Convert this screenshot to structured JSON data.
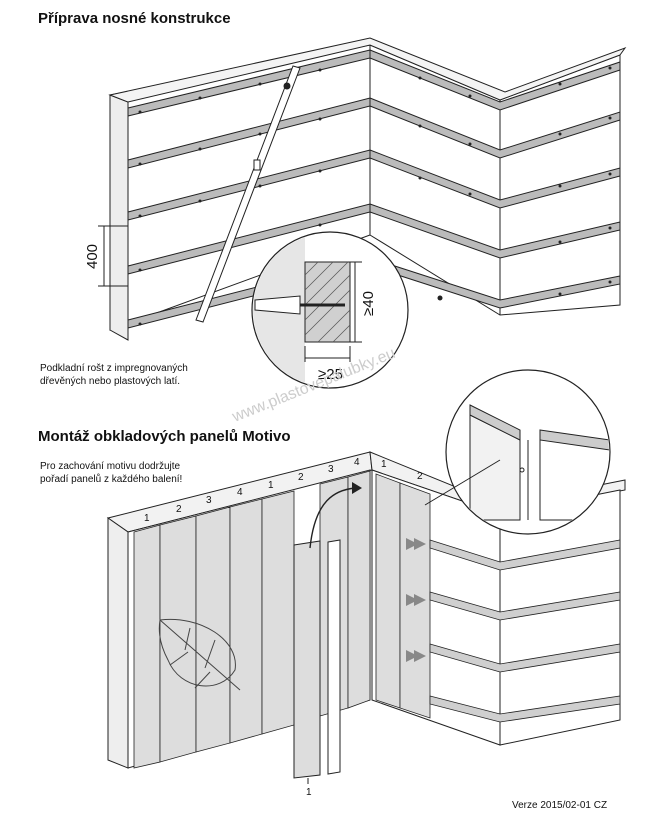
{
  "section1": {
    "title": "Příprava nosné konstrukce",
    "dim_spacing": "400",
    "dim_depth": "≥40",
    "dim_width": "≥25",
    "note_line1": "Podkladní rošt z impregnovaných",
    "note_line2": "dřevěných nebo plastových latí."
  },
  "section2": {
    "title": "Montáž obkladových panelů Motivo",
    "note_line1": "Pro zachování motivu dodržujte",
    "note_line2": "pořadí panelů z každého balení!",
    "panel_numbers_left": [
      "1",
      "2",
      "3",
      "4",
      "1",
      "2",
      "3",
      "4"
    ],
    "panel_numbers_right": [
      "1",
      "2"
    ],
    "panel_label_bottom": "1"
  },
  "watermark": "www.plastovepalubky.eu",
  "footer": "Verze 2015/02-01 CZ"
}
